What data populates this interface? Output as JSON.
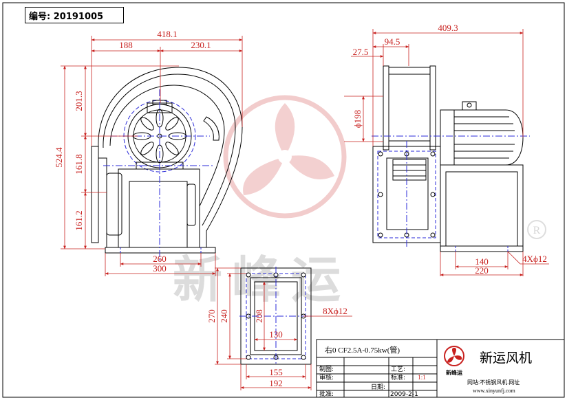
{
  "header": {
    "serial_label": "编号:",
    "serial_value": "20191005"
  },
  "front_view": {
    "overall_width": "418.1",
    "left_width": "188",
    "right_width": "230.1",
    "height_total": "524.4",
    "height_top": "201.3",
    "height_mid": "161.8",
    "height_bot": "161.2",
    "base_inner": "260",
    "base_outer": "300"
  },
  "side_view": {
    "overall_length": "409.3",
    "front_offset": "94.5",
    "flange_thick": "27.5",
    "outlet_dia": "ϕ198",
    "foot_inner": "140",
    "foot_outer": "220",
    "foot_holes": "4Xϕ12"
  },
  "outlet_flange": {
    "height_outer": "270",
    "height_mid": "240",
    "height_inner": "208",
    "width_inner": "130",
    "width_mid": "155",
    "width_outer": "192",
    "holes": "8Xϕ12"
  },
  "watermark": {
    "company_text": "新峰运",
    "registered_mark": "R"
  },
  "title_block": {
    "model": "右0 CF2.5A-0.75kw(管)",
    "labels": {
      "drafted": "制图:",
      "reviewed": "审核:",
      "approved": "批准:",
      "process": "工艺:",
      "standard": "标准:",
      "date": "日期:"
    },
    "scale": "1:1",
    "date_value": "2009-2-1",
    "logo_text": "新峰运",
    "company": "新运风机",
    "website_label": "网站:不锈钢风机.网址",
    "website_url": "www.xinyunfj.com"
  },
  "colors": {
    "dim": "#c8201e",
    "center": "#2a2ad8",
    "watermark": "#e8a8a8",
    "outline": "#000000"
  }
}
